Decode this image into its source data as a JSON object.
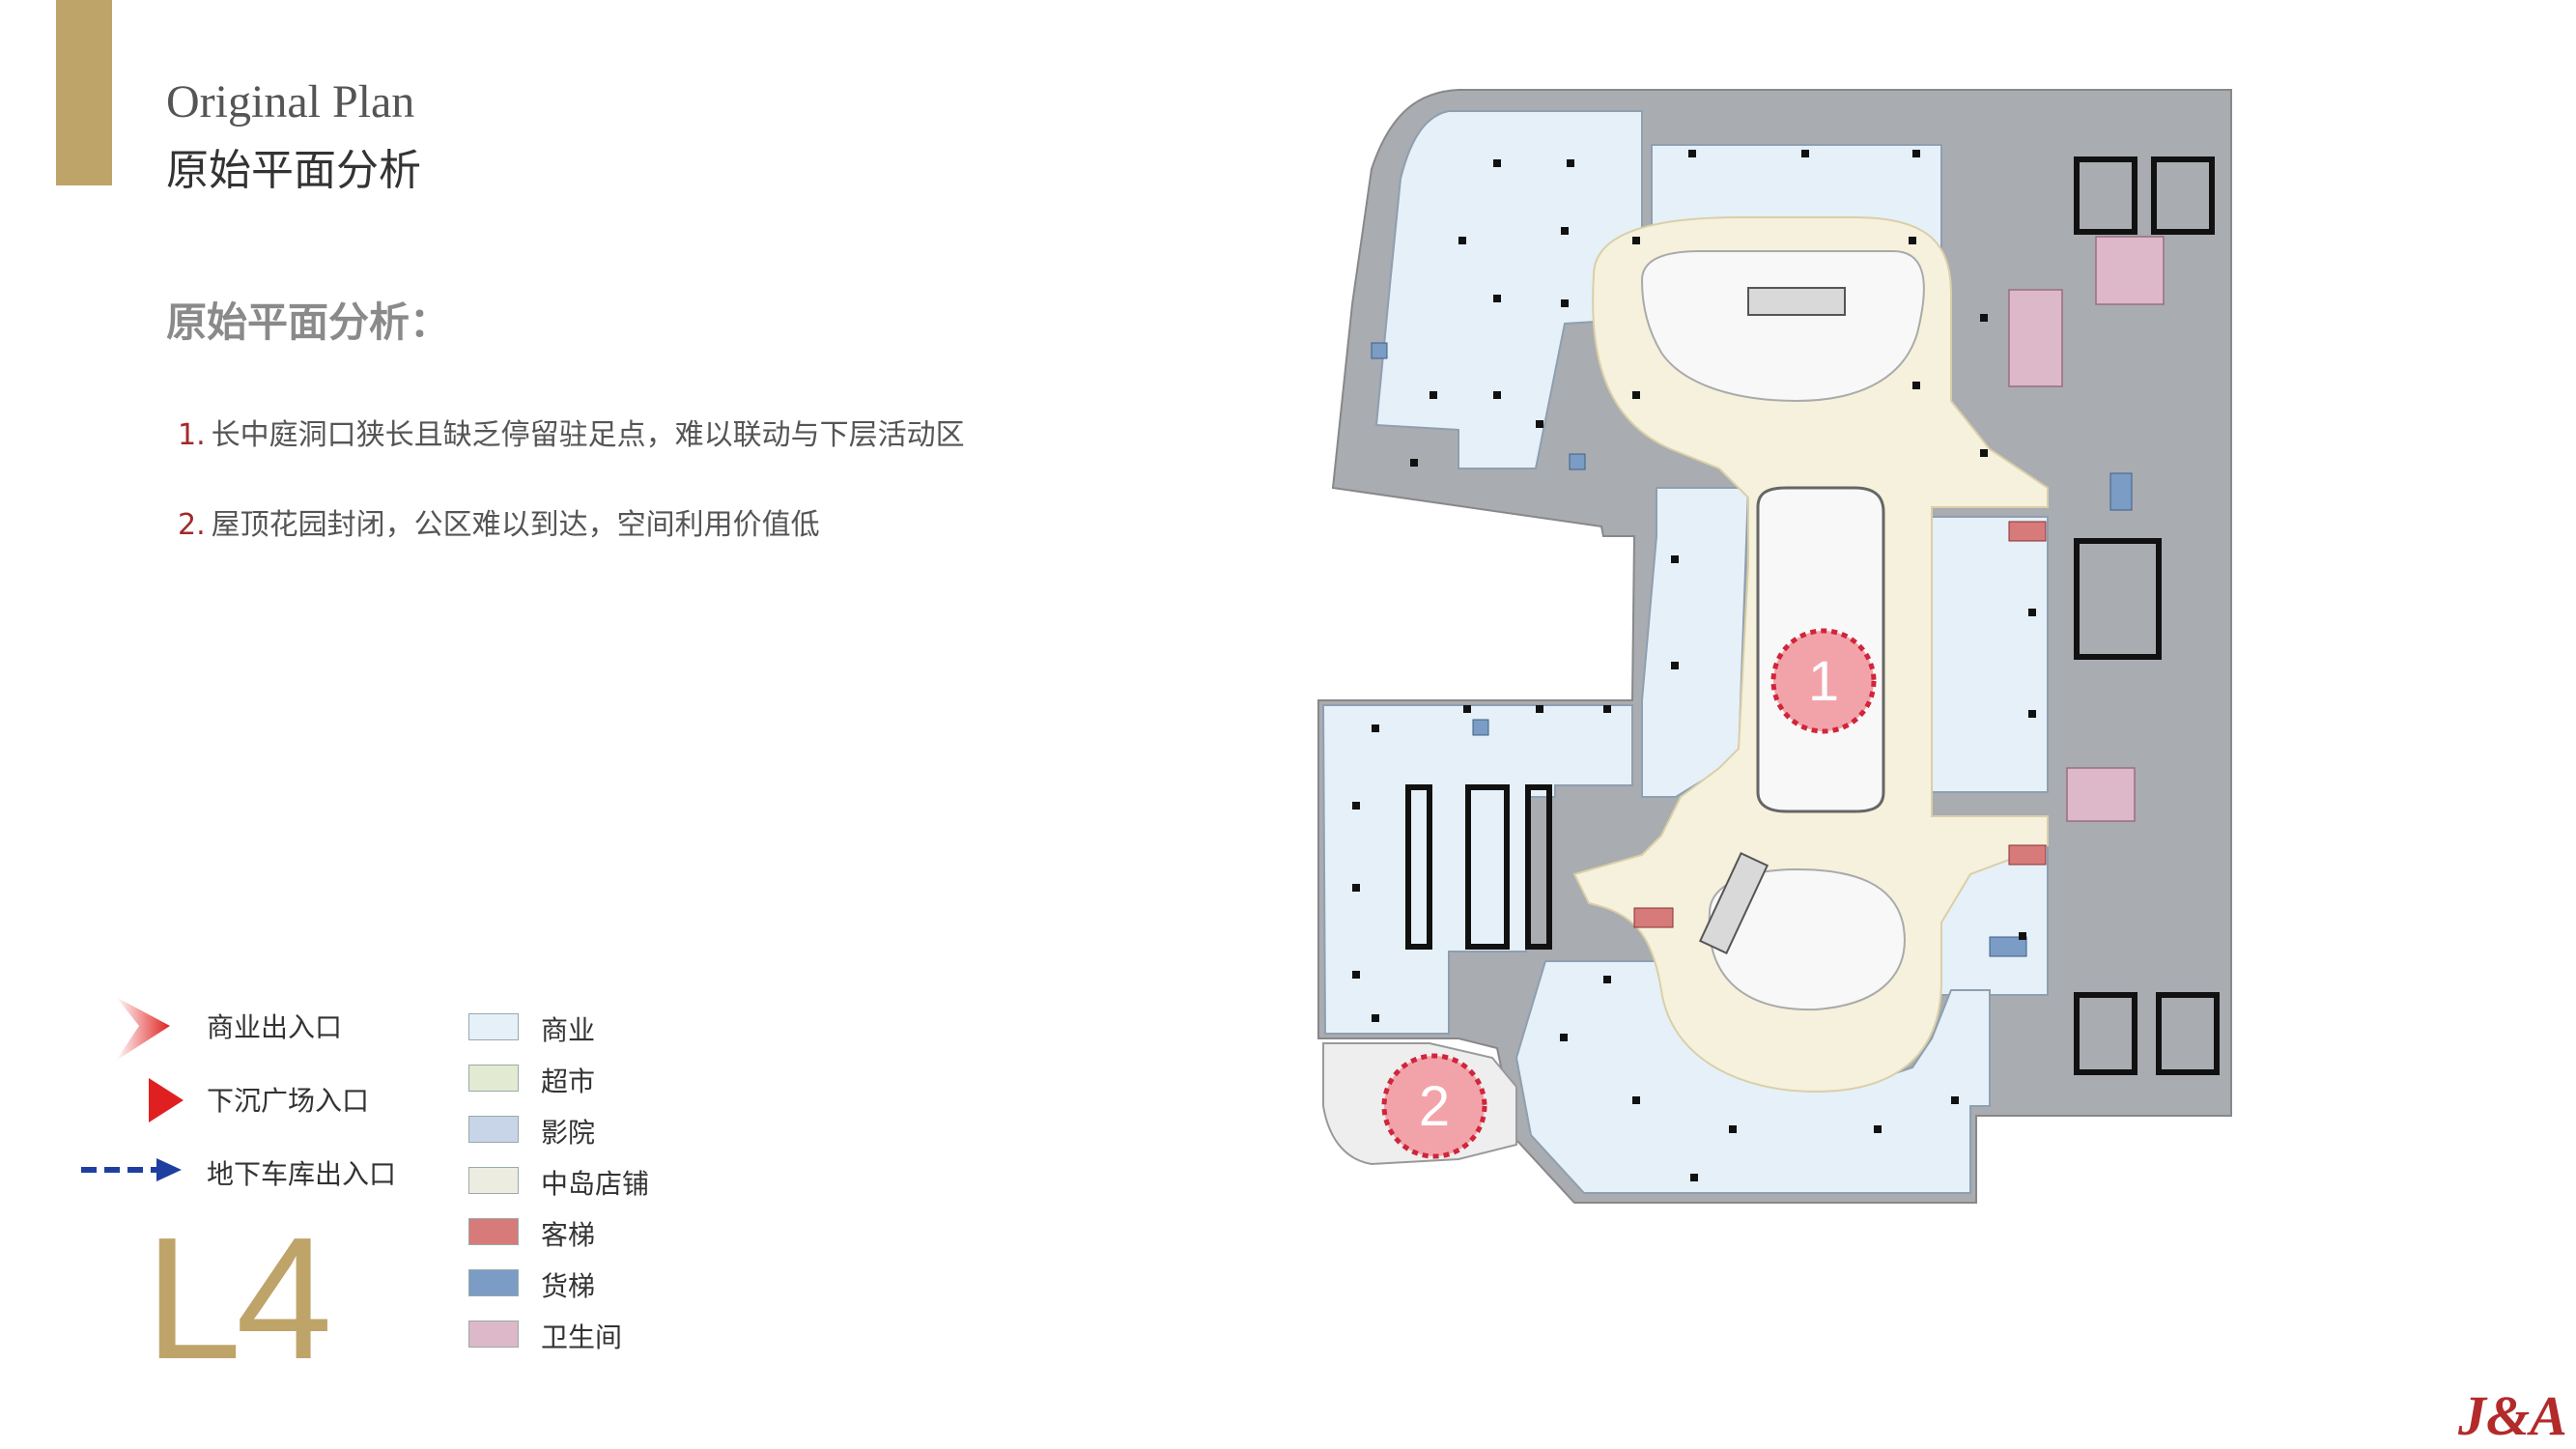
{
  "header": {
    "title_en": "Original Plan",
    "title_cn": "原始平面分析"
  },
  "analysis": {
    "heading": "原始平面分析：",
    "points": [
      {
        "num": "1.",
        "text": "长中庭洞口狭长且缺乏停留驻足点，难以联动与下层活动区"
      },
      {
        "num": "2.",
        "text": "屋顶花园封闭，公区难以到达，空间利用价值低"
      }
    ]
  },
  "entrance_legend": [
    {
      "label": "商业出入口",
      "icon": "commercial-entrance-arrow",
      "color": "#e02020"
    },
    {
      "label": "下沉广场入口",
      "icon": "sunken-plaza-triangle",
      "color": "#e02020"
    },
    {
      "label": "地下车库出入口",
      "icon": "garage-dashed-arrow",
      "color": "#1f3fa0"
    }
  ],
  "zone_legend": [
    {
      "label": "商业",
      "color": "#e6f0f8"
    },
    {
      "label": "超市",
      "color": "#e2ebd2"
    },
    {
      "label": "影院",
      "color": "#c8d4e8"
    },
    {
      "label": "中岛店铺",
      "color": "#ecece0"
    },
    {
      "label": "客梯",
      "color": "#d77a7a"
    },
    {
      "label": "货梯",
      "color": "#7b9cc4"
    },
    {
      "label": "卫生间",
      "color": "#dcb8c8"
    }
  ],
  "floor_label": "L4",
  "logo_text": "J&A",
  "plan_markers": [
    {
      "label": "1"
    },
    {
      "label": "2"
    }
  ],
  "colors": {
    "gold": "#bfa46a",
    "marker_red": "#d0253a",
    "service_gray": "#a9acb1",
    "corridor": "#f6f1dc"
  }
}
